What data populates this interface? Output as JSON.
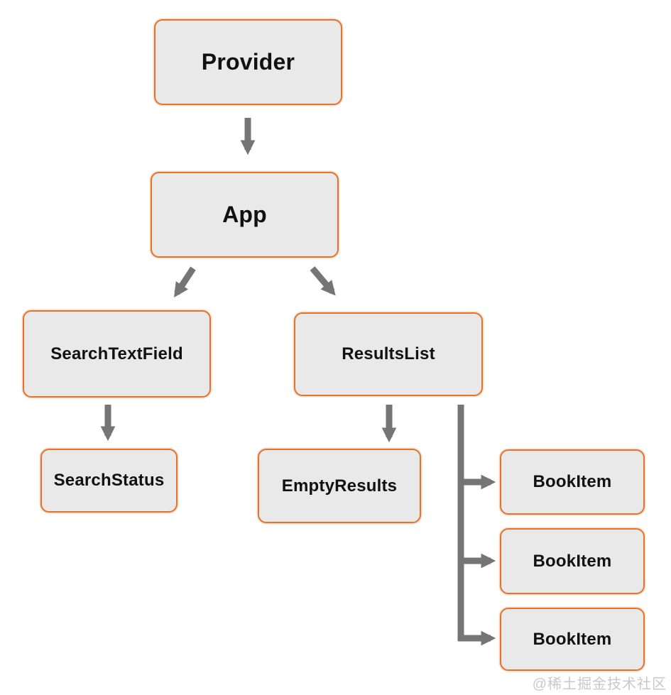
{
  "diagram": {
    "type": "component-tree",
    "nodes": [
      {
        "id": "provider",
        "label": "Provider"
      },
      {
        "id": "app",
        "label": "App"
      },
      {
        "id": "search-text-field",
        "label": "SearchTextField"
      },
      {
        "id": "results-list",
        "label": "ResultsList"
      },
      {
        "id": "search-status",
        "label": "SearchStatus"
      },
      {
        "id": "empty-results",
        "label": "EmptyResults"
      },
      {
        "id": "book-item-1",
        "label": "BookItem"
      },
      {
        "id": "book-item-2",
        "label": "BookItem"
      },
      {
        "id": "book-item-3",
        "label": "BookItem"
      }
    ],
    "edges": [
      {
        "from": "Provider",
        "to": "App",
        "style": "arrow-down"
      },
      {
        "from": "App",
        "to": "SearchTextField",
        "style": "arrow-diagonal"
      },
      {
        "from": "App",
        "to": "ResultsList",
        "style": "arrow-diagonal"
      },
      {
        "from": "SearchTextField",
        "to": "SearchStatus",
        "style": "arrow-down"
      },
      {
        "from": "ResultsList",
        "to": "EmptyResults",
        "style": "arrow-down"
      },
      {
        "from": "ResultsList",
        "to": "BookItem",
        "style": "trunk-branch-arrow"
      },
      {
        "from": "ResultsList",
        "to": "BookItem",
        "style": "trunk-branch-arrow"
      },
      {
        "from": "ResultsList",
        "to": "BookItem",
        "style": "trunk-branch-arrow"
      }
    ],
    "colors": {
      "node_border": "#e0752f",
      "node_fill": "#e9e9e9",
      "arrow": "#757575",
      "text": "#111111",
      "background": "#ffffff",
      "watermark": "#c9c9c9"
    },
    "watermark": "@稀土掘金技术社区"
  }
}
